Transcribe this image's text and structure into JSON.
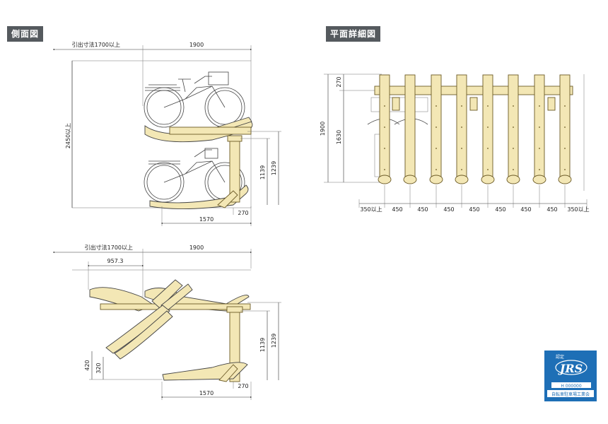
{
  "labels": {
    "side_view": "側面図",
    "plan_view": "平面詳細図"
  },
  "side_top": {
    "pull_out": "引出寸法1700以上",
    "width": "1900",
    "height": "2450以上",
    "h1139": "1139",
    "h1239": "1239",
    "w1570": "1570",
    "w270": "270"
  },
  "side_bottom": {
    "pull_out": "引出寸法1700以上",
    "width": "1900",
    "w957": "957.3",
    "h1139": "1139",
    "h1239": "1239",
    "w1570": "1570",
    "w270": "270",
    "h420": "420",
    "h320": "320"
  },
  "plan": {
    "h1900": "1900",
    "h1630": "1630",
    "h270": "270",
    "bottom_dims": [
      "350以上",
      "450",
      "450",
      "450",
      "450",
      "450",
      "450",
      "450",
      "350以上"
    ]
  },
  "badge": {
    "top": "認定",
    "logo": "JRS",
    "code": "H 000000",
    "org": "自転車駐車場工業会"
  },
  "colors": {
    "frame_fill": "#f3e7b5",
    "label_bg": "#555a5e",
    "badge_blue": "#1e6fb6"
  }
}
